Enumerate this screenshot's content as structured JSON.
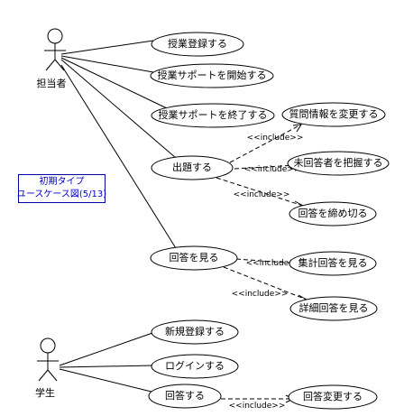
{
  "actors": {
    "teacher": {
      "label": "担当者"
    },
    "student": {
      "label": "学生"
    }
  },
  "use_cases": {
    "register_class": "授業登録する",
    "start_support": "授業サポートを開始する",
    "end_support": "授業サポートを終了する",
    "set_question": "出題する",
    "change_question": "質問情報を変更する",
    "grasp_unanswered": "未回答者を把握する",
    "close_answers": "回答を締め切る",
    "view_answers": "回答を見る",
    "aggregate_answers": "集計回答を見る",
    "detail_answers": "詳細回答を見る",
    "new_registration": "新規登録する",
    "login": "ログインする",
    "answer": "回答する",
    "change_answer": "回答変更する"
  },
  "include_label": "<<include>>",
  "note": {
    "line1": "初期タイプ",
    "line2": "ユースケース図(5/13)"
  }
}
